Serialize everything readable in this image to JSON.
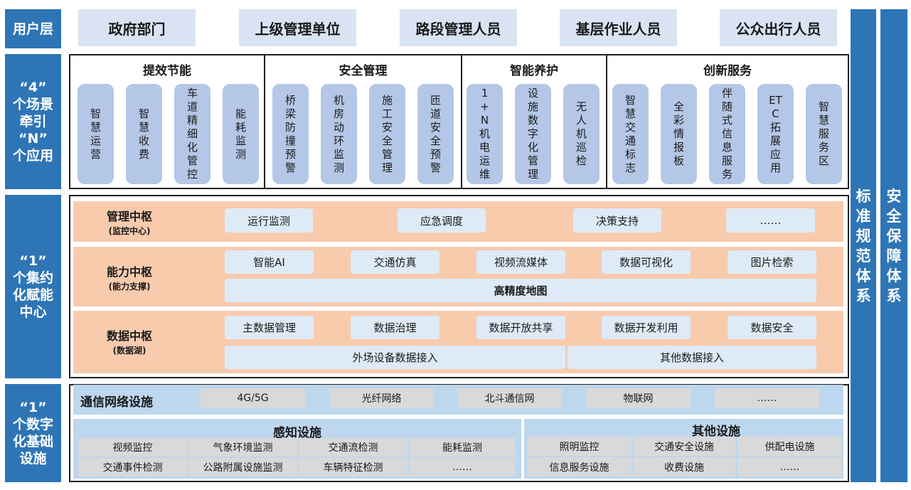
{
  "labels": {
    "user_layer": "用户层",
    "scenario": "“4”\n个场景\n牵引\n“N”\n个应用",
    "hub": "“1”\n个集约\n化赋能\n中心",
    "base": "“1”\n个数字\n化基础\n设施"
  },
  "users": [
    "政府部门",
    "上级管理单位",
    "路段管理人员",
    "基层作业人员",
    "公众出行人员"
  ],
  "scenarios": [
    {
      "title": "提效节能",
      "apps": [
        "智\n慧\n运\n营",
        "智\n慧\n收\n费",
        "车\n道\n精\n细\n化\n管\n控",
        "能\n耗\n监\n测"
      ]
    },
    {
      "title": "安全管理",
      "apps": [
        "桥\n梁\n防\n撞\n预\n警",
        "机\n房\n动\n环\n监\n测",
        "施\n工\n安\n全\n管\n理",
        "匝\n道\n安\n全\n预\n警"
      ]
    },
    {
      "title": "智能养护",
      "apps": [
        "1\n+\nN\n机\n电\n运\n维",
        "设\n施\n数\n字\n化\n管\n理",
        "无\n人\n机\n巡\n检"
      ]
    },
    {
      "title": "创新服务",
      "apps": [
        "智\n慧\n交\n通\n标\n志",
        "全\n彩\n情\n报\n板",
        "伴\n随\n式\n信\n息\n服\n务",
        "ET\nC\n拓\n展\n应\n用",
        "智\n慧\n服\n务\n区"
      ]
    }
  ],
  "hub": {
    "management": {
      "title": "管理中枢",
      "sub": "(监控中心)",
      "items": [
        "运行监测",
        "应急调度",
        "决策支持",
        "……"
      ]
    },
    "capability": {
      "title": "能力中枢",
      "sub": "(能力支撑)",
      "items": [
        "智能AI",
        "交通仿真",
        "视频流媒体",
        "数据可视化",
        "图片检索"
      ],
      "wide": "高精度地图"
    },
    "data": {
      "title": "数据中枢",
      "sub": "(数据湖)",
      "items": [
        "主数据管理",
        "数据治理",
        "数据开放共享",
        "数据开发利用",
        "数据安全"
      ],
      "wide1": "外场设备数据接入",
      "wide2": "其他数据接入"
    }
  },
  "infra": {
    "network": {
      "title": "通信网络设施",
      "items": [
        "4G/5G",
        "光纤网络",
        "北斗通信网",
        "物联网",
        "……"
      ]
    },
    "sensing": {
      "title": "感知设施",
      "items": [
        "视频监控",
        "气象环境监测",
        "交通流检测",
        "能耗监测",
        "交通事件检测",
        "公路附属设施监测",
        "车辆特征检测",
        "……"
      ]
    },
    "other": {
      "title": "其他设施",
      "items": [
        "照明监控",
        "交通安全设施",
        "供配电设施",
        "信息服务设施",
        "收费设施",
        "……"
      ]
    }
  },
  "side": {
    "standards": "标\n准\n规\n范\n体\n系",
    "security": "安\n全\n保\n障\n体\n系"
  }
}
